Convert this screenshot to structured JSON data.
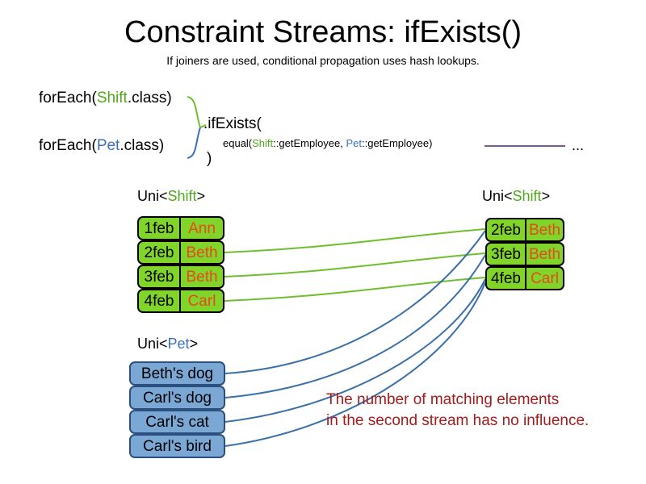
{
  "header": {
    "title": "Constraint Streams: ifExists()",
    "subtitle": "If joiners are used, conditional propagation uses hash lookups."
  },
  "code": {
    "for_each_shift": {
      "prefix": "forEach(",
      "type": "Shift",
      "suffix": ".class)"
    },
    "for_each_pet": {
      "prefix": "forEach(",
      "type": "Pet",
      "suffix": ".class)"
    },
    "if_exists": ".ifExists(",
    "equal": {
      "prefix": "equal(",
      "left_type": "Shift",
      "left_method": "::getEmployee, ",
      "right_type": "Pet",
      "right_method": "::getEmployee)"
    },
    "close_paren": ")",
    "ellipsis": "...",
    "rule_color": "#7D5B8C"
  },
  "streams": {
    "left_shift": {
      "label_prefix": "Uni<",
      "label_type": "Shift",
      "label_suffix": ">",
      "rows": [
        {
          "date": "1feb",
          "name": "Ann"
        },
        {
          "date": "2feb",
          "name": "Beth"
        },
        {
          "date": "3feb",
          "name": "Beth"
        },
        {
          "date": "4feb",
          "name": "Carl"
        }
      ]
    },
    "right_shift": {
      "label_prefix": "Uni<",
      "label_type": "Shift",
      "label_suffix": ">",
      "rows": [
        {
          "date": "2feb",
          "name": "Beth"
        },
        {
          "date": "3feb",
          "name": "Beth"
        },
        {
          "date": "4feb",
          "name": "Carl"
        }
      ]
    },
    "left_pet": {
      "label_prefix": "Uni<",
      "label_type": "Pet",
      "label_suffix": ">",
      "rows": [
        {
          "name": "Beth's dog"
        },
        {
          "name": "Carl's dog"
        },
        {
          "name": "Carl's cat"
        },
        {
          "name": "Carl's bird"
        }
      ]
    }
  },
  "annotation": {
    "line1": "The number of matching elements",
    "line2": "in the second stream has no influence."
  },
  "colors": {
    "shift_green": "#4FA81B",
    "pet_blue": "#3C6FBF",
    "box_green_fill": "#80D42A",
    "box_blue_fill": "#7BA7D4",
    "box_blue_border": "#2B4F7E",
    "name_orange": "#E8491C",
    "annotation_red": "#A61B1B",
    "wire_green": "#6FBE2E",
    "wire_blue": "#3A6FA8"
  }
}
